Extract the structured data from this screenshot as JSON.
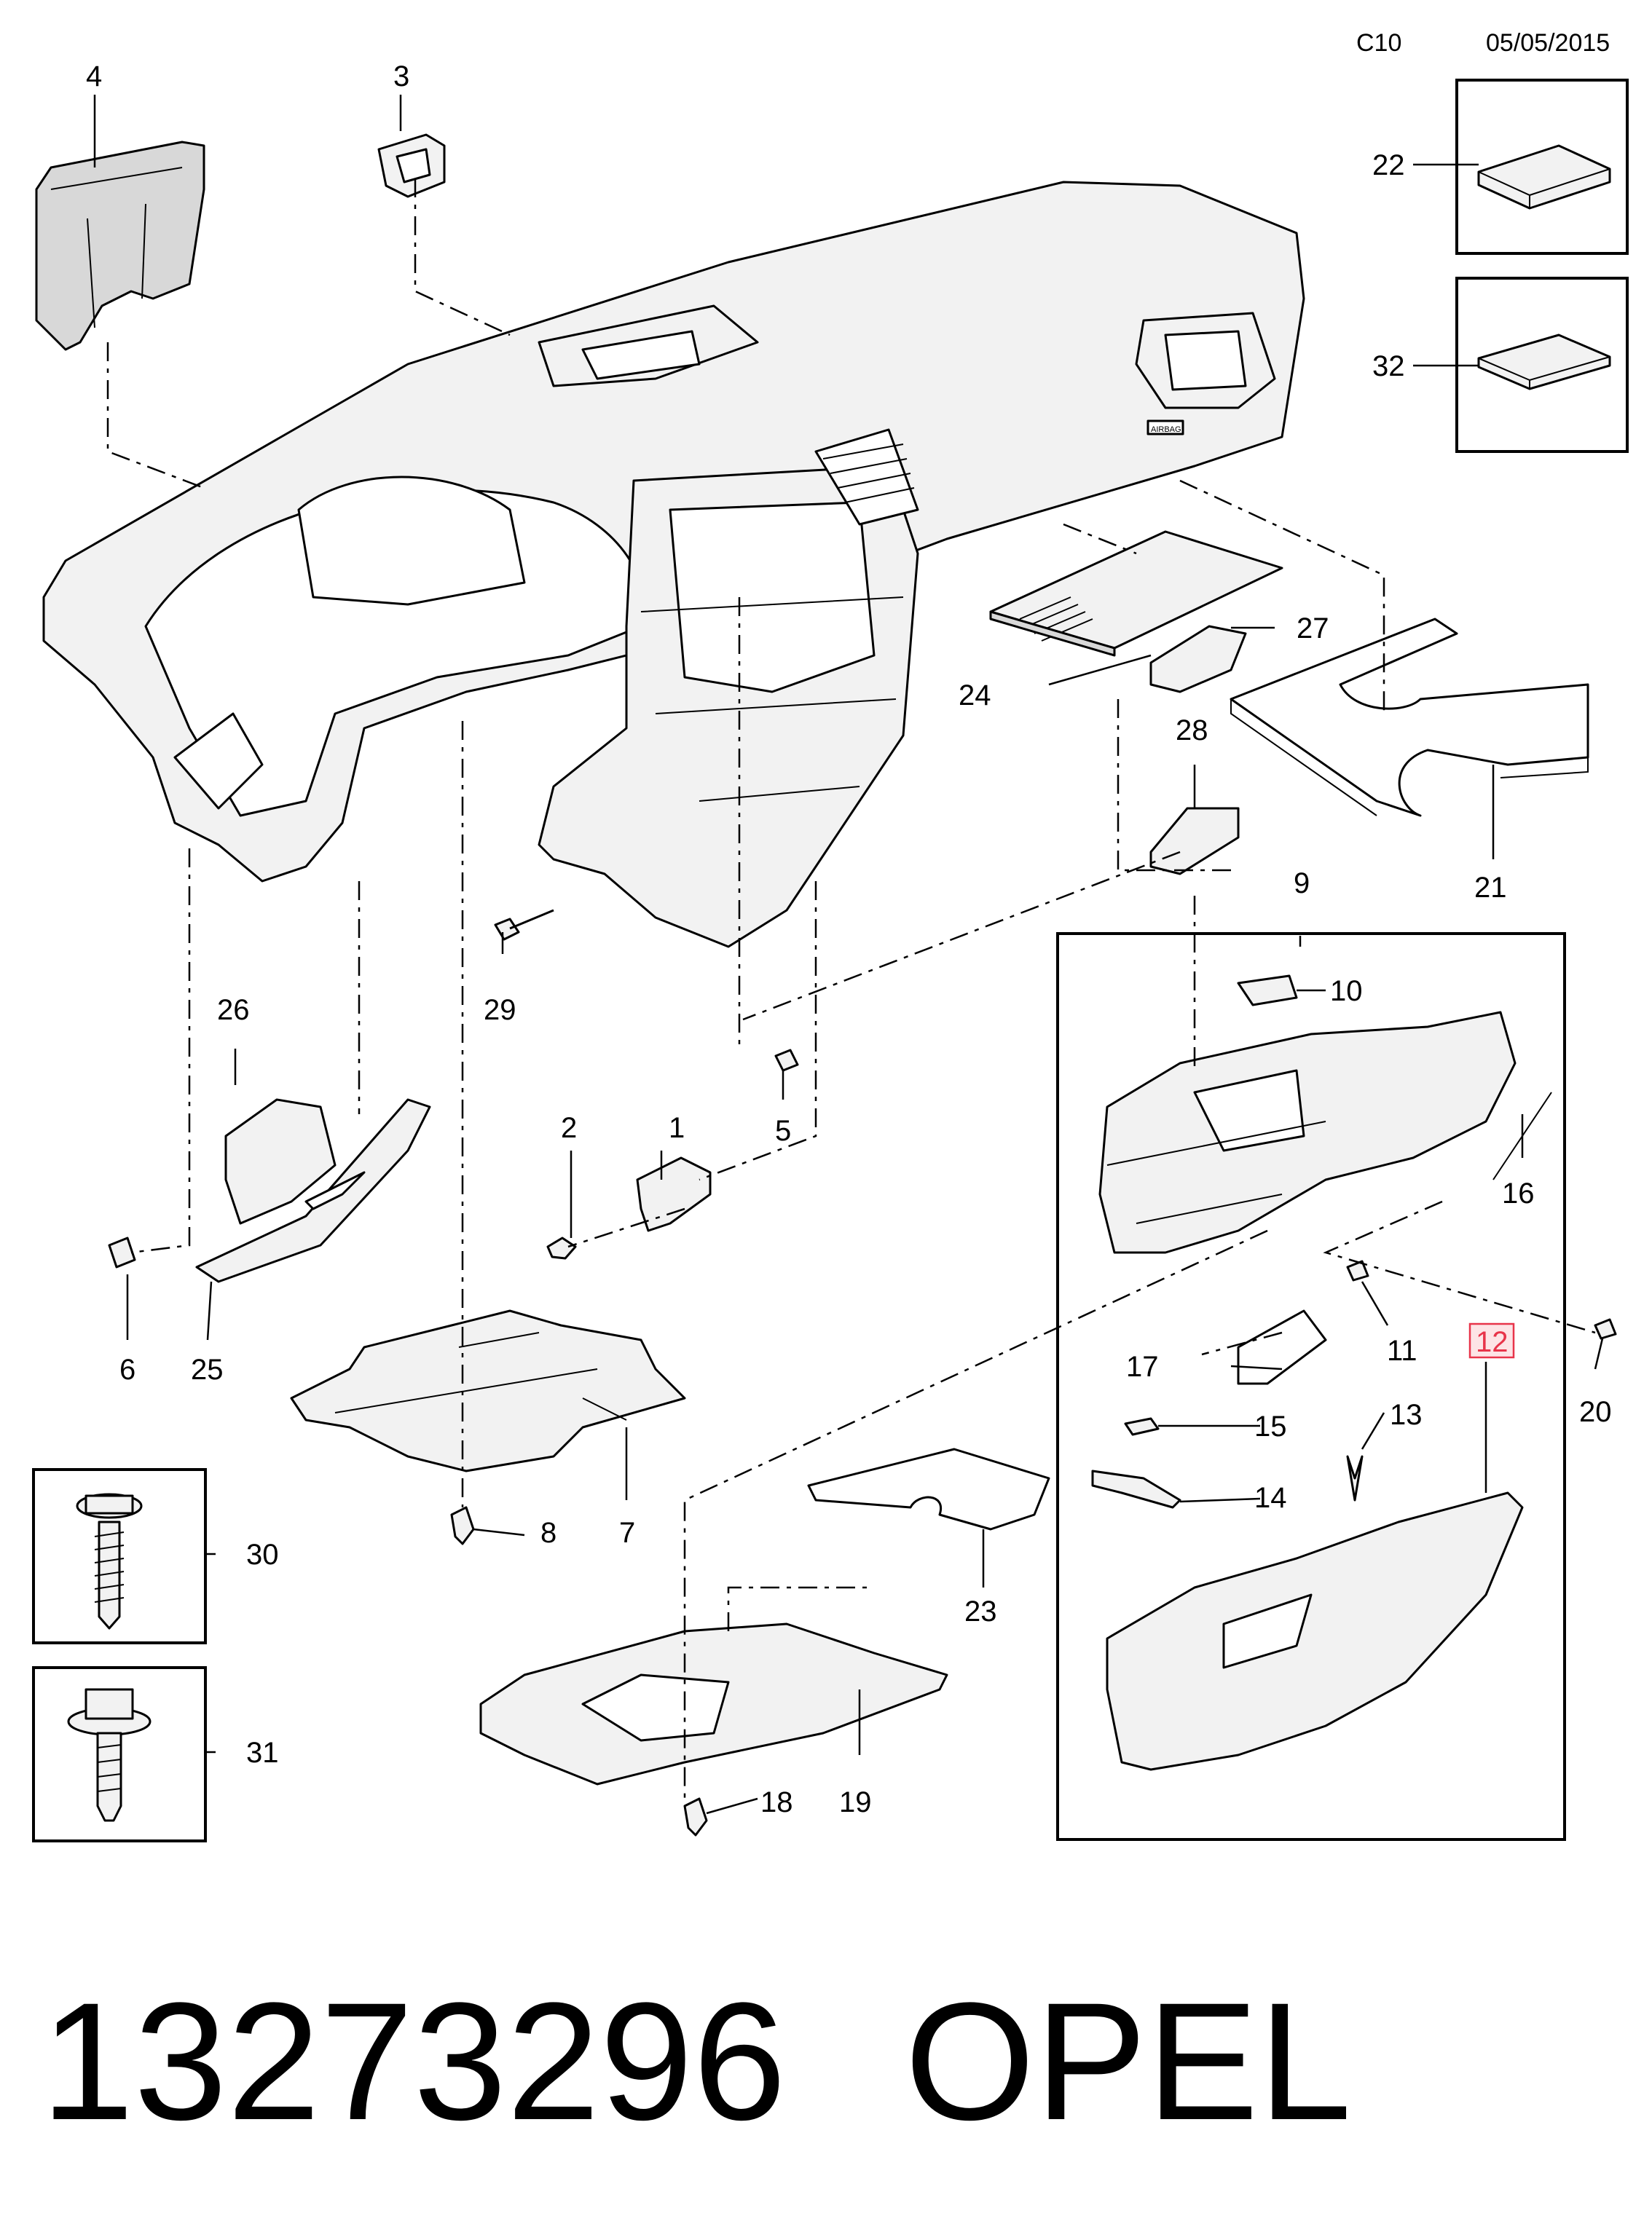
{
  "header": {
    "code": "C10",
    "date": "05/05/2015"
  },
  "footer": {
    "part_number": "13273296",
    "brand": "OPEL"
  },
  "highlight_color": "#e8344a",
  "callouts": [
    {
      "id": "c1",
      "text": "1"
    },
    {
      "id": "c2",
      "text": "2"
    },
    {
      "id": "c3",
      "text": "3"
    },
    {
      "id": "c4",
      "text": "4"
    },
    {
      "id": "c5",
      "text": "5"
    },
    {
      "id": "c6",
      "text": "6"
    },
    {
      "id": "c7",
      "text": "7"
    },
    {
      "id": "c8",
      "text": "8"
    },
    {
      "id": "c9",
      "text": "9"
    },
    {
      "id": "c10",
      "text": "10"
    },
    {
      "id": "c11",
      "text": "11"
    },
    {
      "id": "c12",
      "text": "12"
    },
    {
      "id": "c13",
      "text": "13"
    },
    {
      "id": "c14",
      "text": "14"
    },
    {
      "id": "c15",
      "text": "15"
    },
    {
      "id": "c16",
      "text": "16"
    },
    {
      "id": "c17",
      "text": "17"
    },
    {
      "id": "c18",
      "text": "18"
    },
    {
      "id": "c19",
      "text": "19"
    },
    {
      "id": "c20",
      "text": "20"
    },
    {
      "id": "c21",
      "text": "21"
    },
    {
      "id": "c22",
      "text": "22"
    },
    {
      "id": "c23",
      "text": "23"
    },
    {
      "id": "c24",
      "text": "24"
    },
    {
      "id": "c25",
      "text": "25"
    },
    {
      "id": "c26",
      "text": "26"
    },
    {
      "id": "c27",
      "text": "27"
    },
    {
      "id": "c28",
      "text": "28"
    },
    {
      "id": "c29",
      "text": "29"
    },
    {
      "id": "c30",
      "text": "30"
    },
    {
      "id": "c31",
      "text": "31"
    },
    {
      "id": "c32",
      "text": "32"
    }
  ],
  "highlighted_callout": "12",
  "airbag_marking": "AIRBAG"
}
